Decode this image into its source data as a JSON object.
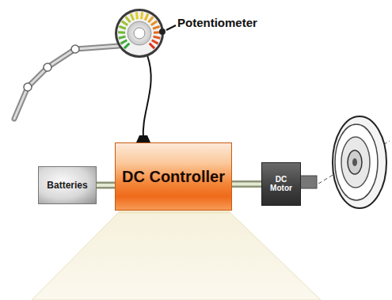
{
  "diagram": {
    "nodes": [
      {
        "text": [
          "Batteries"
        ]
      },
      {
        "text": [
          "DC Controller"
        ]
      },
      {
        "text": [
          "DC Motor"
        ]
      }
    ],
    "edges": [
      {
        "from": 0,
        "to": 1,
        "arrow": "none"
      },
      {
        "from": 1,
        "to": 2,
        "arrow": "none"
      }
    ],
    "labels": [
      "Potentiometer"
    ]
  }
}
